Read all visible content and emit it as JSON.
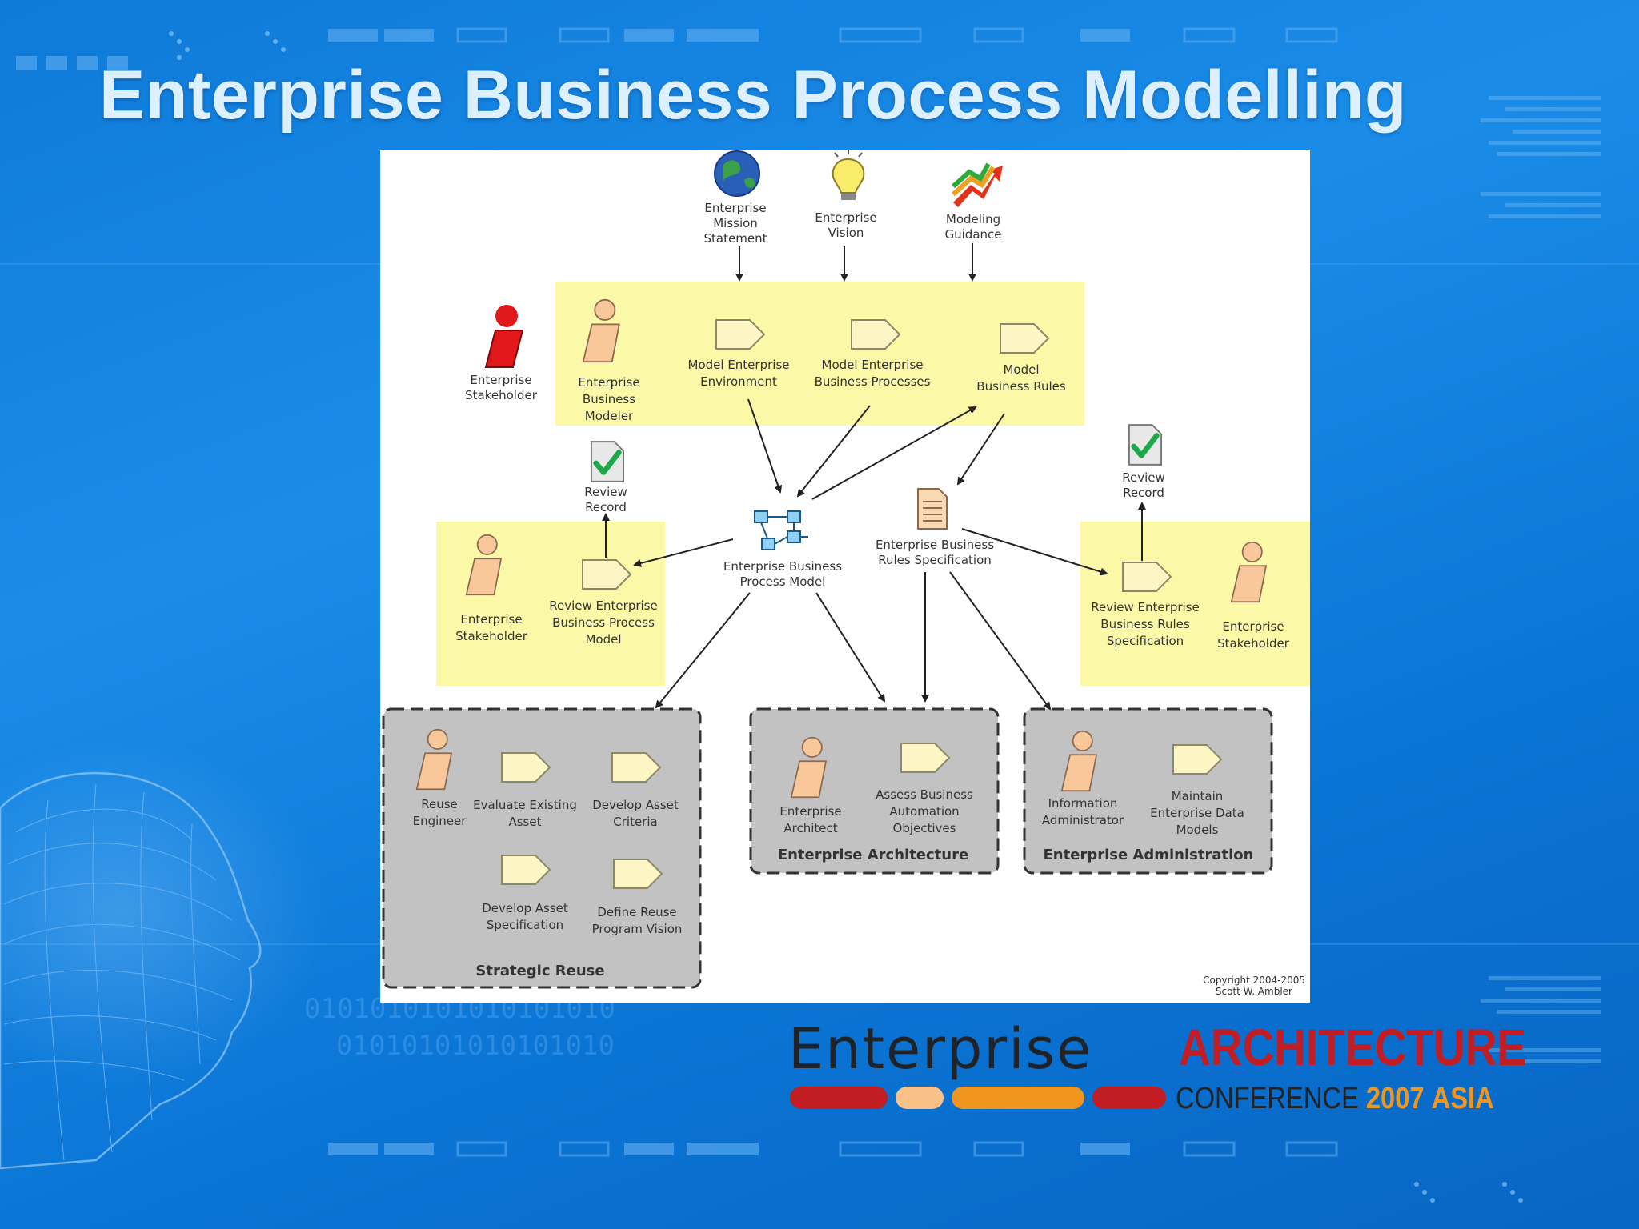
{
  "slide": {
    "title": "Enterprise Business Process Modelling"
  },
  "diagram": {
    "inputs": {
      "mission": "Enterprise Mission Statement",
      "vision": "Enterprise Vision",
      "guidance": "Modeling Guidance"
    },
    "top_group": {
      "stakeholder": "Enterprise Stakeholder",
      "modeler": "Enterprise Business Modeler",
      "task1": "Model Enterprise Environment",
      "task2": "Model Enterprise Business Processes",
      "task3": "Model Business Rules"
    },
    "artifacts": {
      "review_record_left": "Review Record",
      "review_record_right": "Review Record",
      "process_model": "Enterprise Business Process Model",
      "rules_spec": "Enterprise Business Rules Specification"
    },
    "left_review": {
      "stakeholder": "Enterprise Stakeholder",
      "task": "Review Enterprise Business Process Model"
    },
    "right_review": {
      "stakeholder": "Enterprise Stakeholder",
      "task": "Review Enterprise Business Rules Specification"
    },
    "strategic_reuse": {
      "title": "Strategic Reuse",
      "role": "Reuse Engineer",
      "task1": "Evaluate Existing Asset",
      "task2": "Develop Asset Criteria",
      "task3": "Develop Asset Specification",
      "task4": "Define Reuse Program Vision"
    },
    "enterprise_architecture": {
      "title": "Enterprise Architecture",
      "role": "Enterprise Architect",
      "task": "Assess Business Automation Objectives"
    },
    "enterprise_administration": {
      "title": "Enterprise Administration",
      "role": "Information Administrator",
      "task": "Maintain Enterprise Data Models"
    },
    "copyright": [
      "Copyright 2004-2005",
      "Scott W. Ambler"
    ]
  },
  "logo": {
    "word": "Enterprise",
    "accent": "ARCHITECTURE",
    "conference": "CONFERENCE",
    "year": "2007",
    "region": "ASIA"
  },
  "colors": {
    "background": "#1a8ce8",
    "title": "#ddf0ff",
    "yellow_group": "#fbf8a8",
    "gray_group": "#c2c2c2",
    "task_shape": "#fdf5c4",
    "role_figure": "#f8c79a",
    "stakeholder_red": "#e0181b",
    "logo_red": "#c21d22",
    "logo_orange": "#f0961e"
  }
}
